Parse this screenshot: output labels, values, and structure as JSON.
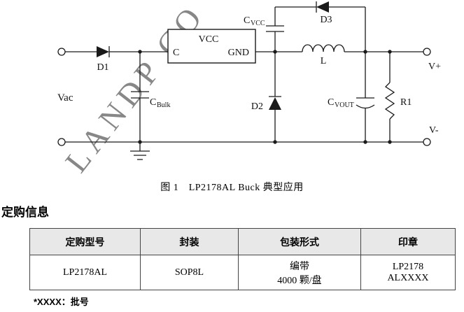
{
  "watermark": "LANDP CO",
  "colors": {
    "table_header_bg": "#e8e8e8",
    "circuit_stroke": "#1a1a1a",
    "watermark": "#c4c4c4"
  },
  "circuit": {
    "labels": {
      "d1": "D1",
      "d2": "D2",
      "d3": "D3",
      "vac": "Vac",
      "ic_vcc": "VCC",
      "pin_c": "C",
      "pin_gnd": "GND",
      "inductor": "L",
      "r1": "R1",
      "vplus": "V+",
      "vminus": "V-",
      "cbulk_main": "C",
      "cbulk_sub": "Bulk",
      "cvcc_main": "C",
      "cvcc_sub": "VCC",
      "cvout_main": "C",
      "cvout_sub": "VOUT"
    }
  },
  "caption": "图 1　LP2178AL Buck 典型应用",
  "section_title": "定购信息",
  "table": {
    "headers": [
      "定购型号",
      "封装",
      "包装形式",
      "印章"
    ],
    "row": {
      "model": "LP2178AL",
      "package": "SOP8L",
      "packaging_line1": "编带",
      "packaging_line2": "4000 颗/盘",
      "marking_line1": "LP2178",
      "marking_line2": "ALXXXX"
    }
  },
  "footnote": "*XXXX：批号"
}
